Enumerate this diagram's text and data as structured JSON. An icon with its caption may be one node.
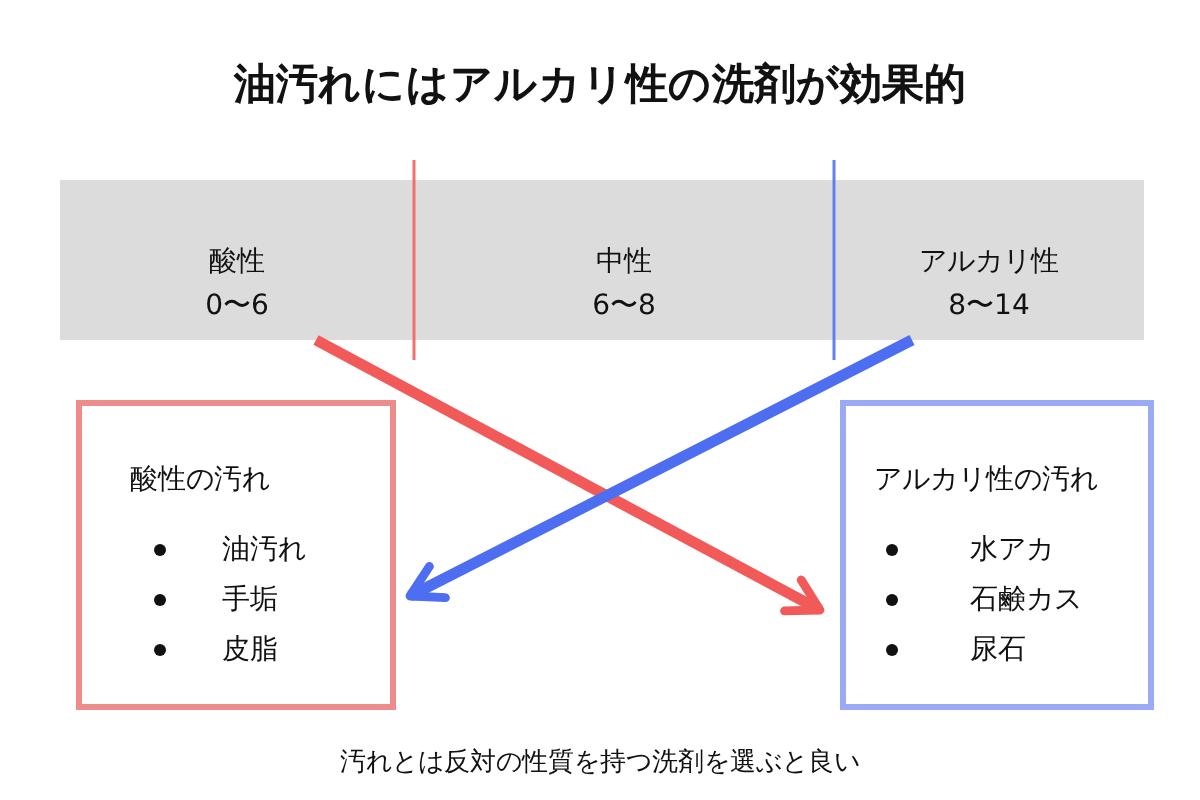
{
  "diagram": {
    "title": "油汚れにはアルカリ性の洗剤が効果的",
    "nodes": [
      {
        "text": [
          "酸性",
          "0〜6"
        ]
      },
      {
        "text": [
          "中性",
          "6〜8"
        ]
      },
      {
        "text": [
          "アルカリ性",
          "8〜14"
        ]
      },
      {
        "text": [
          "酸性の汚れ",
          "油汚れ",
          "手垢",
          "皮脂"
        ]
      },
      {
        "text": [
          "アルカリ性の汚れ",
          "水アカ",
          "石鹸カス",
          "尿石"
        ]
      }
    ],
    "edges": [
      {
        "from": 0,
        "to": 4,
        "arrow": "to",
        "color": "#f25a5a"
      },
      {
        "from": 2,
        "to": 3,
        "arrow": "to",
        "color": "#4d6ef0"
      }
    ],
    "caption": "汚れとは反対の性質を持つ洗剤を選ぶと良い"
  }
}
